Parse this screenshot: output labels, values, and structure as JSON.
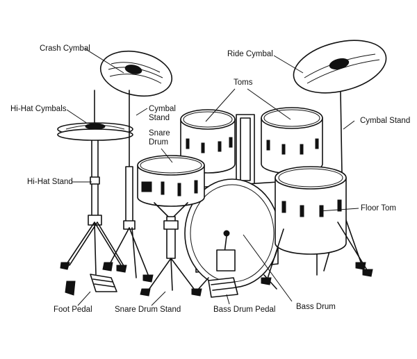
{
  "labels": {
    "crash_cymbal": "Crash Cymbal",
    "ride_cymbal": "Ride Cymbal",
    "toms": "Toms",
    "hi_hat_cymbals": "Hi-Hat Cymbals",
    "cymbal_stand_left": "Cymbal Stand",
    "cymbal_stand_right": "Cymbal Stand",
    "snare_drum": "Snare Drum",
    "hi_hat_stand": "Hi-Hat Stand",
    "floor_tom": "Floor Tom",
    "foot_pedal": "Foot Pedal",
    "snare_drum_stand": "Snare Drum Stand",
    "bass_drum_pedal": "Bass Drum Pedal",
    "bass_drum": "Bass Drum"
  },
  "colors": {
    "ink": "#111111",
    "background": "#ffffff"
  }
}
